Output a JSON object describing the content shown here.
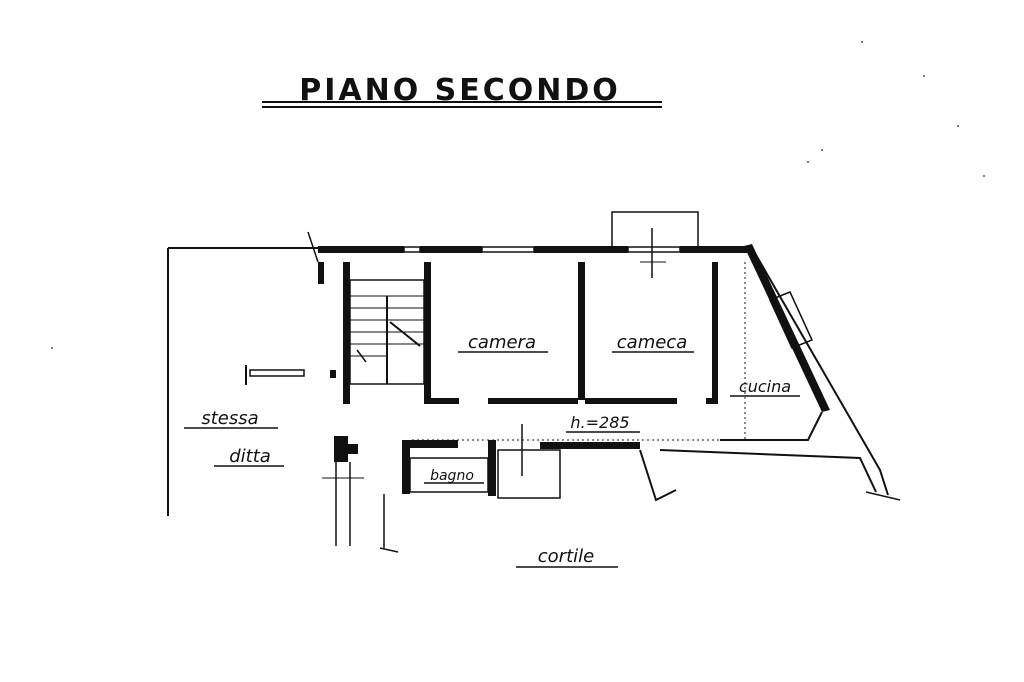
{
  "title": "PIANO SECONDO",
  "rooms": {
    "camera_1": "camera",
    "camera_2": "cameca",
    "cucina": "cucina",
    "bagno": "bagno"
  },
  "height_note": "h.=285",
  "outside": {
    "stessa": "stessa",
    "ditta": "ditta",
    "cortile": "cortile"
  },
  "colors": {
    "ink": "#111111",
    "paper": "#ffffff"
  }
}
